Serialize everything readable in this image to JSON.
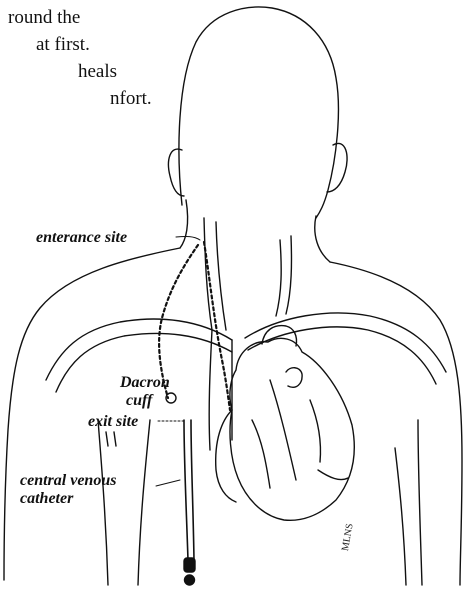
{
  "text_lines": [
    "round the",
    "at first.",
    "heals",
    "nfort."
  ],
  "labels": {
    "entrance": "enterance site",
    "dacron": "Dacron",
    "cuff": "cuff",
    "exit": "exit site",
    "cvc_line1": "central venous",
    "cvc_line2": "catheter",
    "artist_signature": "MLNS"
  },
  "colors": {
    "ink": "#111111",
    "background": "#ffffff"
  }
}
